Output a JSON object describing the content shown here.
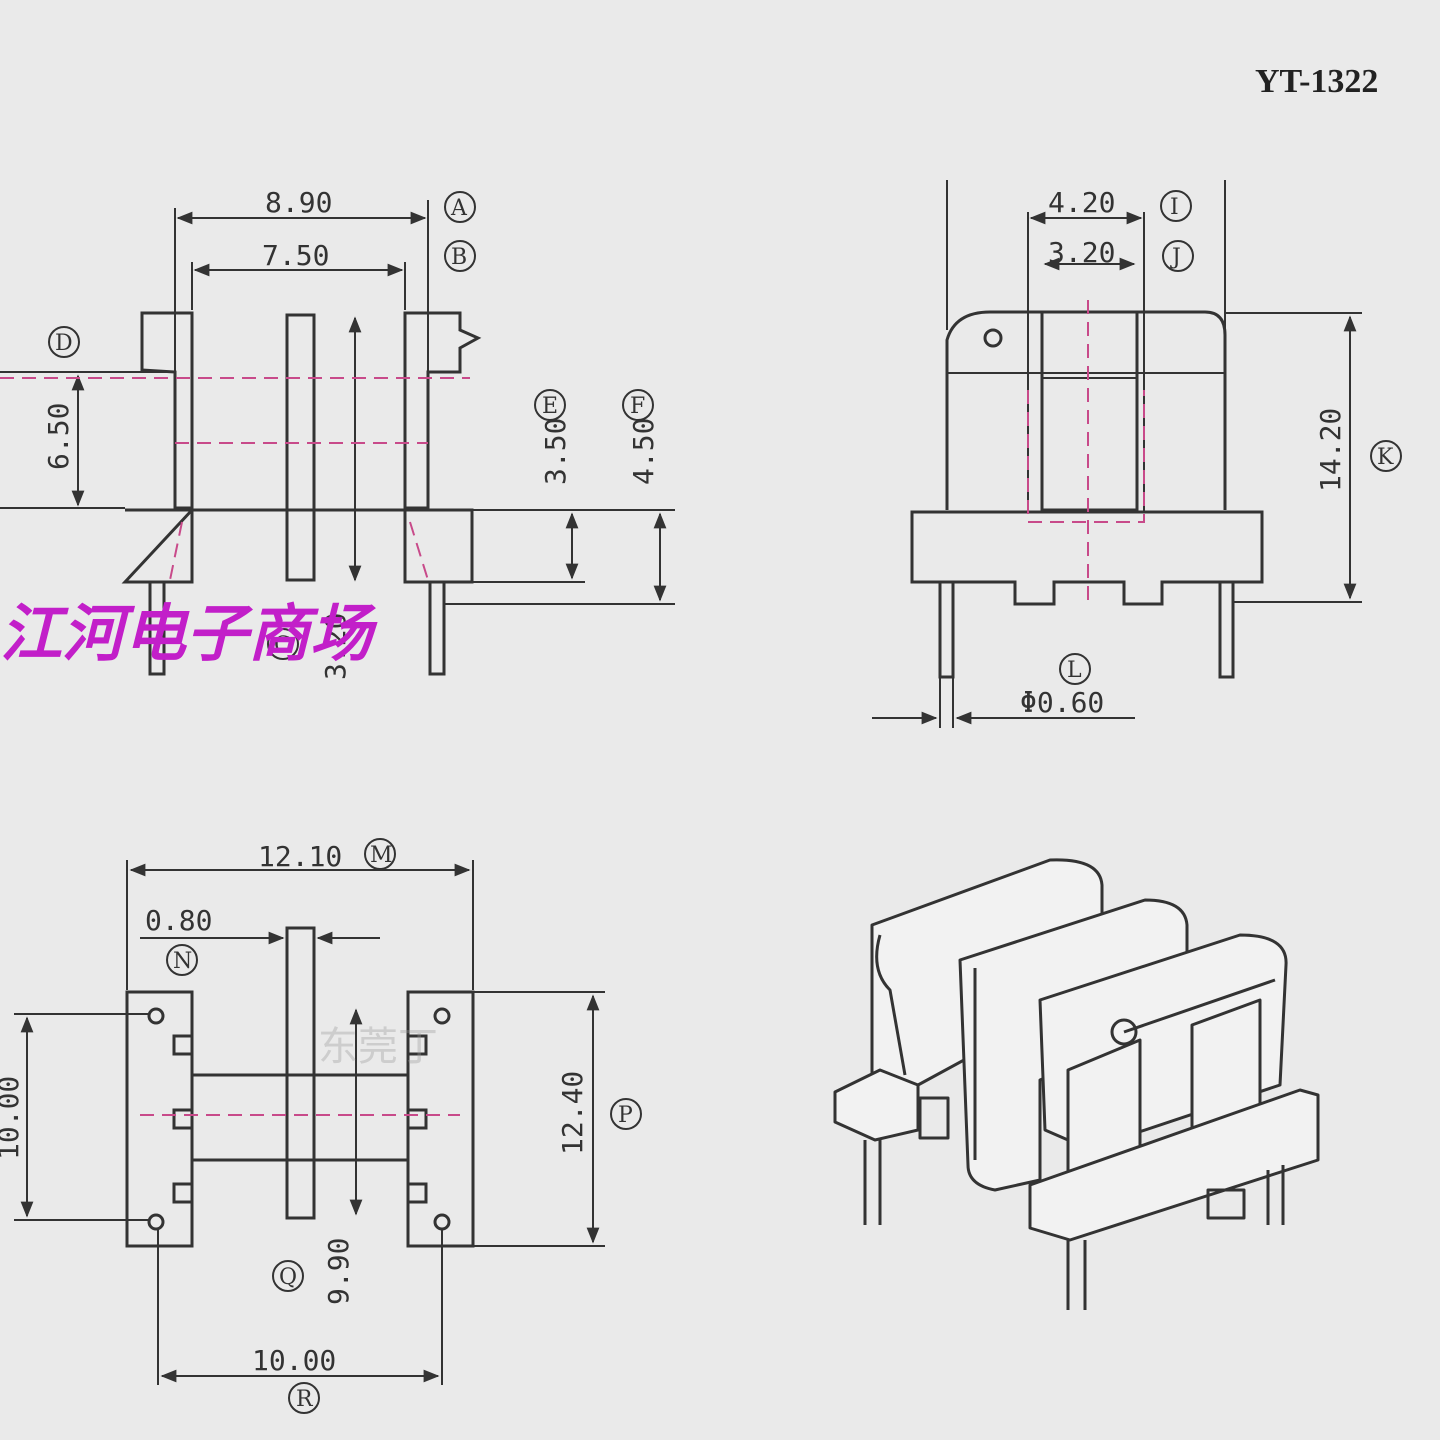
{
  "title": "YT-1322",
  "watermark": "江河电子商场",
  "watermark_faint": "东莞丁",
  "dims": {
    "A": "8.90",
    "B": "7.50",
    "C": "3.20",
    "D": "",
    "E": "3.50",
    "F": "4.50",
    "side_height": "6.50",
    "I": "4.20",
    "J": "3.20",
    "K": "14.20",
    "L": "Φ0.60",
    "M": "12.10",
    "N": "0.80",
    "left_height": "10.00",
    "P": "12.40",
    "Q": "9.90",
    "R": "10.00"
  },
  "labels": {
    "A": "A",
    "B": "B",
    "C": "C",
    "D": "D",
    "E": "E",
    "F": "F",
    "I": "I",
    "J": "J",
    "K": "K",
    "L": "L",
    "M": "M",
    "N": "N",
    "P": "P",
    "Q": "Q",
    "R": "R"
  },
  "colors": {
    "line": "#333333",
    "centerline": "#c84a8a",
    "watermark": "#c21fc9"
  }
}
